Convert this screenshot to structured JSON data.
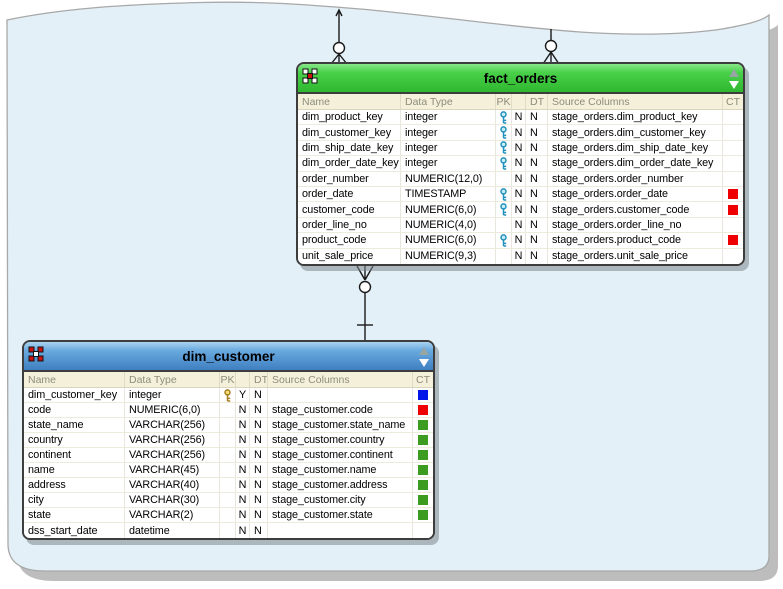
{
  "diagram": {
    "canvas_color": "#e3f0f7",
    "page_border_color": "#a8a8a8",
    "page_shadow_color": "#bdbdbd"
  },
  "icons": {
    "fact_table_icon": "quincunx of squares, white corners with red center",
    "dimension_table_icon": "quincunx of squares, red corners with white center",
    "scroll_up_icon": "gray up triangle",
    "scroll_down_icon": "white down triangle",
    "foreign_key_icon": "cyan key glyph",
    "primary_key_icon": "gold key glyph"
  },
  "ct_colors": {
    "red": "#ee0000",
    "green": "#3b9c20",
    "blue": "#0016e8"
  },
  "key_colors": {
    "cyan": {
      "fill": "#c9edf8",
      "stroke": "#2391bc"
    },
    "gold": {
      "fill": "#f6df74",
      "stroke": "#a57f22"
    }
  },
  "tables": [
    {
      "name": "fact_orders",
      "kind": "fact",
      "header_gradient": [
        "#88e788",
        "#4ad14a",
        "#2fb72f"
      ],
      "columns": [
        "Name",
        "Data Type",
        "PK",
        "DT",
        "Source Columns",
        "CT"
      ],
      "rows": [
        {
          "name": "dim_product_key",
          "data_type": "integer",
          "key": "cyan",
          "pk": "N",
          "dt": "N",
          "source": "stage_orders.dim_product_key",
          "ct": ""
        },
        {
          "name": "dim_customer_key",
          "data_type": "integer",
          "key": "cyan",
          "pk": "N",
          "dt": "N",
          "source": "stage_orders.dim_customer_key",
          "ct": ""
        },
        {
          "name": "dim_ship_date_key",
          "data_type": "integer",
          "key": "cyan",
          "pk": "N",
          "dt": "N",
          "source": "stage_orders.dim_ship_date_key",
          "ct": ""
        },
        {
          "name": "dim_order_date_key",
          "data_type": "integer",
          "key": "cyan",
          "pk": "N",
          "dt": "N",
          "source": "stage_orders.dim_order_date_key",
          "ct": ""
        },
        {
          "name": "order_number",
          "data_type": "NUMERIC(12,0)",
          "key": "",
          "pk": "N",
          "dt": "N",
          "source": "stage_orders.order_number",
          "ct": ""
        },
        {
          "name": "order_date",
          "data_type": "TIMESTAMP",
          "key": "cyan",
          "pk": "N",
          "dt": "N",
          "source": "stage_orders.order_date",
          "ct": "red"
        },
        {
          "name": "customer_code",
          "data_type": "NUMERIC(6,0)",
          "key": "cyan",
          "pk": "N",
          "dt": "N",
          "source": "stage_orders.customer_code",
          "ct": "red"
        },
        {
          "name": "order_line_no",
          "data_type": "NUMERIC(4,0)",
          "key": "",
          "pk": "N",
          "dt": "N",
          "source": "stage_orders.order_line_no",
          "ct": ""
        },
        {
          "name": "product_code",
          "data_type": "NUMERIC(6,0)",
          "key": "cyan",
          "pk": "N",
          "dt": "N",
          "source": "stage_orders.product_code",
          "ct": "red"
        },
        {
          "name": "unit_sale_price",
          "data_type": "NUMERIC(9,3)",
          "key": "",
          "pk": "N",
          "dt": "N",
          "source": "stage_orders.unit_sale_price",
          "ct": ""
        }
      ]
    },
    {
      "name": "dim_customer",
      "kind": "dimension",
      "header_gradient": [
        "#a9d3f0",
        "#69aadf",
        "#3f7fc1"
      ],
      "columns": [
        "Name",
        "Data Type",
        "PK",
        "DT",
        "Source Columns",
        "CT"
      ],
      "rows": [
        {
          "name": "dim_customer_key",
          "data_type": "integer",
          "key": "gold",
          "pk": "Y",
          "dt": "N",
          "source": "",
          "ct": "blue"
        },
        {
          "name": "code",
          "data_type": "NUMERIC(6,0)",
          "key": "",
          "pk": "N",
          "dt": "N",
          "source": "stage_customer.code",
          "ct": "red"
        },
        {
          "name": "state_name",
          "data_type": "VARCHAR(256)",
          "key": "",
          "pk": "N",
          "dt": "N",
          "source": "stage_customer.state_name",
          "ct": "green"
        },
        {
          "name": "country",
          "data_type": "VARCHAR(256)",
          "key": "",
          "pk": "N",
          "dt": "N",
          "source": "stage_customer.country",
          "ct": "green"
        },
        {
          "name": "continent",
          "data_type": "VARCHAR(256)",
          "key": "",
          "pk": "N",
          "dt": "N",
          "source": "stage_customer.continent",
          "ct": "green"
        },
        {
          "name": "name",
          "data_type": "VARCHAR(45)",
          "key": "",
          "pk": "N",
          "dt": "N",
          "source": "stage_customer.name",
          "ct": "green"
        },
        {
          "name": "address",
          "data_type": "VARCHAR(40)",
          "key": "",
          "pk": "N",
          "dt": "N",
          "source": "stage_customer.address",
          "ct": "green"
        },
        {
          "name": "city",
          "data_type": "VARCHAR(30)",
          "key": "",
          "pk": "N",
          "dt": "N",
          "source": "stage_customer.city",
          "ct": "green"
        },
        {
          "name": "state",
          "data_type": "VARCHAR(2)",
          "key": "",
          "pk": "N",
          "dt": "N",
          "source": "stage_customer.state",
          "ct": "green"
        },
        {
          "name": "dss_start_date",
          "data_type": "datetime",
          "key": "",
          "pk": "N",
          "dt": "N",
          "source": "",
          "ct": ""
        }
      ]
    }
  ],
  "connectors": [
    {
      "id": "top-left",
      "to": "fact_orders",
      "near_end": "zero-or-many",
      "far_end": "off-canvas-above"
    },
    {
      "id": "top-right",
      "to": "fact_orders",
      "near_end": "zero-or-many",
      "far_end": "off-canvas-above"
    },
    {
      "id": "fact-to-dim",
      "from": "fact_orders",
      "to": "dim_customer",
      "from_end": "zero-or-many",
      "to_end": "one"
    }
  ]
}
